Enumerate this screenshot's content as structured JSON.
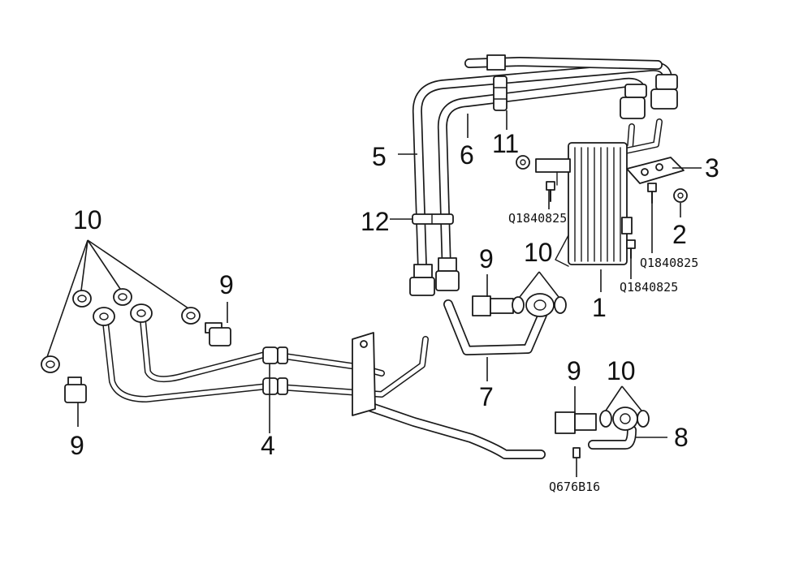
{
  "callouts": {
    "c1": "1",
    "c2": "2",
    "c3": "3",
    "c4": "4",
    "c5": "5",
    "c6": "6",
    "c7": "7",
    "c8": "8",
    "c9_left": "9",
    "c9_upper_left": "9",
    "c9_mid": "9",
    "c9_right": "9",
    "c10_left": "10",
    "c10_mid": "10",
    "c10_right": "10",
    "c11": "11",
    "c12": "12"
  },
  "part_codes": {
    "code_a": "Q1840825",
    "code_b": "Q1840825",
    "code_c": "Q1840825",
    "code_d": "Q676B16"
  }
}
